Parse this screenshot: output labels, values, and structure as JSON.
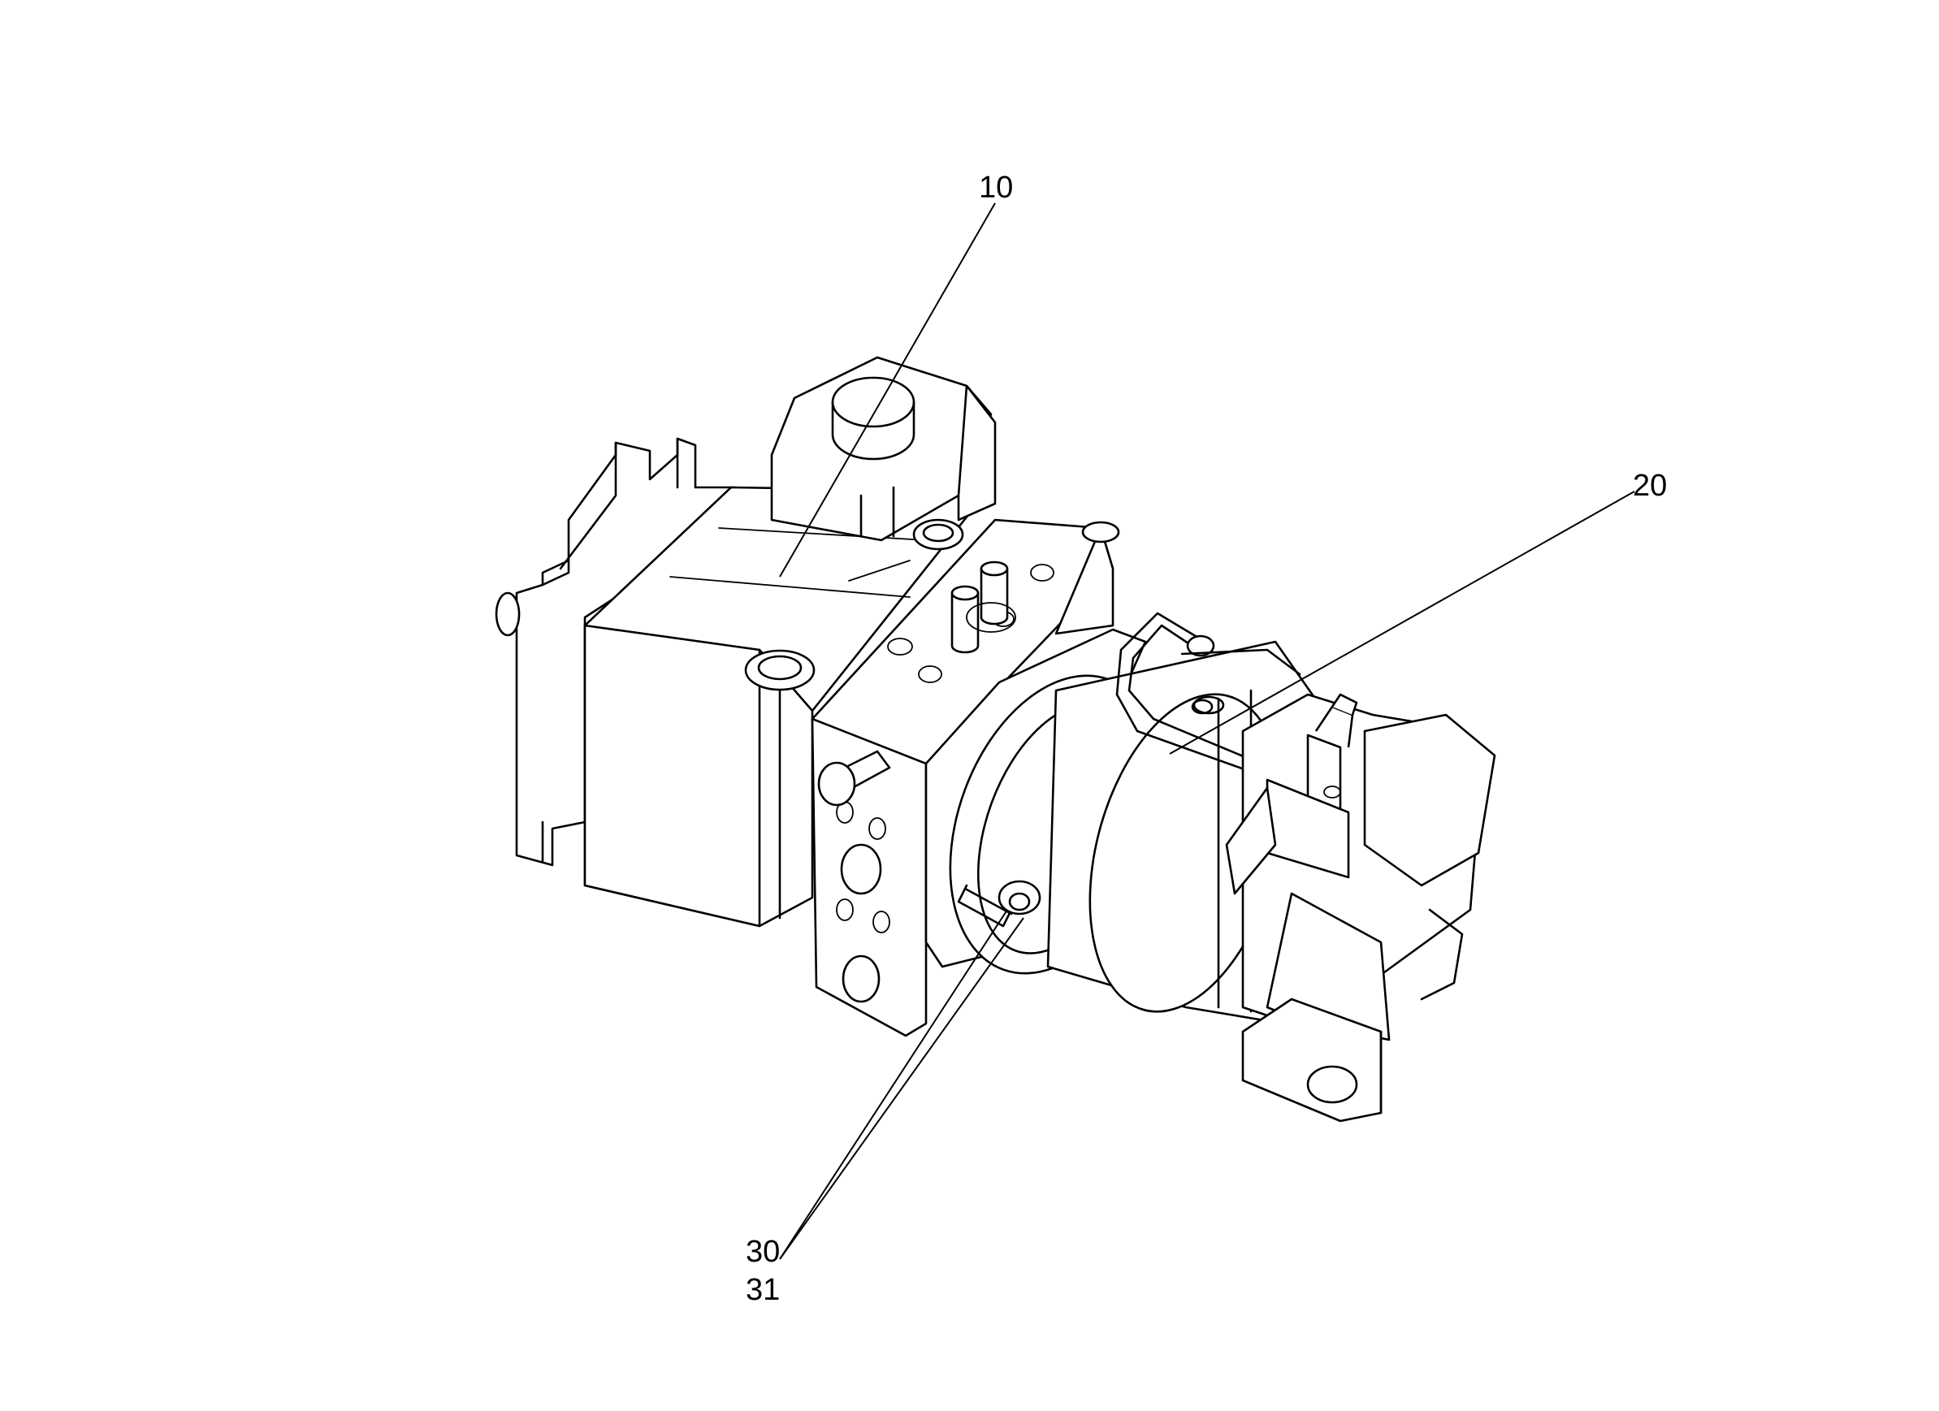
{
  "callouts": [
    {
      "id": "c10",
      "label": "10"
    },
    {
      "id": "c20",
      "label": "20"
    },
    {
      "id": "c30",
      "label": "30"
    },
    {
      "id": "c31",
      "label": "31"
    }
  ]
}
